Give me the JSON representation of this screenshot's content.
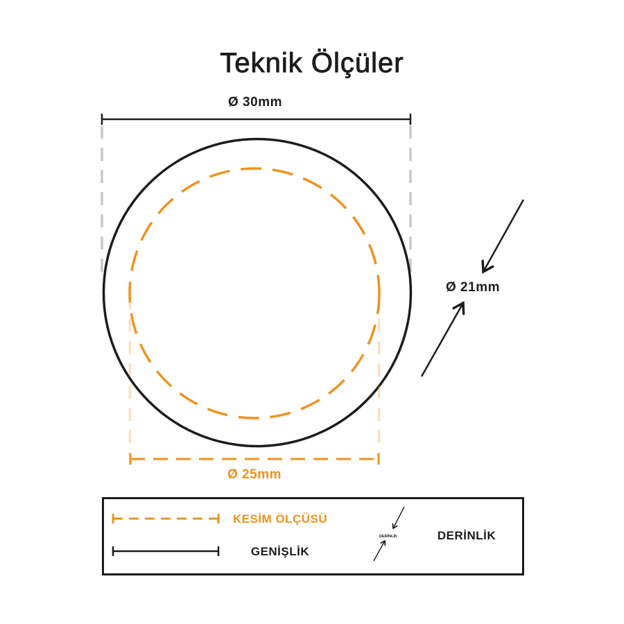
{
  "title": "Teknik Ölçüler",
  "colors": {
    "line": "#1c1c1c",
    "accent_orange": "#f0921e",
    "guide_gray": "#c9c9c9",
    "faint_orange": "#f8ddb9"
  },
  "dimensions": {
    "outer_diameter": "Ø 30mm",
    "cut_diameter": "Ø 25mm",
    "depth": "Ø 21mm"
  },
  "legend": {
    "cut_label": "KESİM ÖLÇÜSÜ",
    "width_label": "GENİŞLİK",
    "depth_label": "DERİNLİK",
    "depth_symbol_label": "DERİNLİK"
  }
}
